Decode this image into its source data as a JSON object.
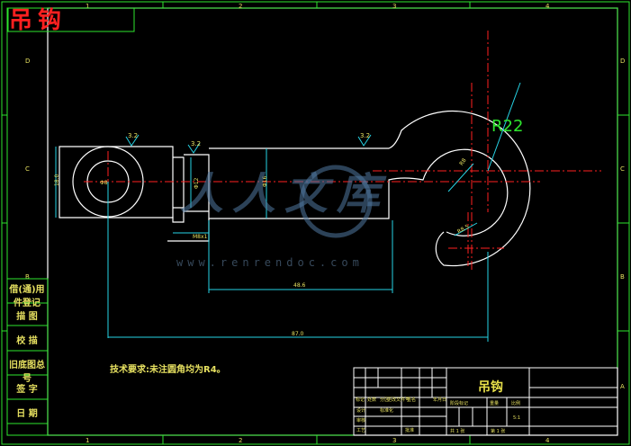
{
  "title": "吊钩",
  "title_block": {
    "part_name": "吊钩",
    "scale": "5:1",
    "sheet_total": "共 1 张",
    "sheet_no": "第 1 张",
    "header_cells": [
      "标记",
      "处数",
      "分区",
      "更改文件号",
      "签名",
      "年月日"
    ],
    "role_cells": [
      "设计",
      "审核",
      "工艺",
      "标准化",
      "批准"
    ],
    "info_cells": [
      "阶段标记",
      "重量",
      "比例"
    ]
  },
  "side_panel": {
    "items": [
      "借(通)用件登记",
      "描  图",
      "校  描",
      "旧底图总号",
      "签  字",
      "日  期"
    ]
  },
  "border": {
    "columns": [
      "1",
      "2",
      "3",
      "4"
    ],
    "rows": [
      "D",
      "C",
      "B",
      "A"
    ]
  },
  "drawing": {
    "radius_label": "R22",
    "roughness": [
      "3.2",
      "3.2",
      "3.2"
    ],
    "dims": {
      "dia_left": "Φ8",
      "height_left": "18.0",
      "dia_mid": "Φ12",
      "dia_shank": "Φ16",
      "thread": "M8x1",
      "len_shank": "48.6",
      "len_total": "87.0",
      "small_r1": "R8",
      "small_r2": "R8.5"
    },
    "note": "技术要求:未注圆角均为R4。"
  },
  "watermark": {
    "text": "人人文库",
    "url": "www.renrendoc.com"
  },
  "colors": {
    "background": "#000000",
    "frame": "#ffffff",
    "green": "#2ee62e",
    "cyan": "#26d4e6",
    "red": "#ff2020",
    "yellow": "#e6e060"
  }
}
